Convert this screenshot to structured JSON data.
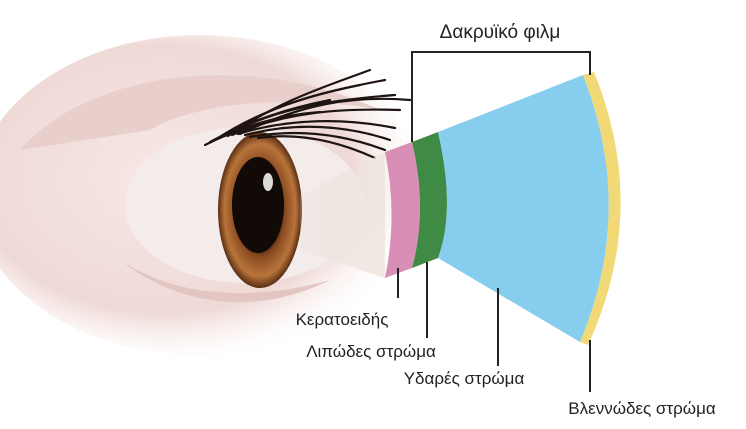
{
  "labels": {
    "tear_film": "Δακρυϊκό φιλμ",
    "cornea": "Κερατοειδής",
    "lipid_layer": "Λιπώδες στρώμα",
    "aqueous_layer": "Υδαρές στρώμα",
    "mucous_layer": "Βλεννώδες στρώμα"
  },
  "colors": {
    "cornea": "#d98fb5",
    "lipid_layer": "#3f8a45",
    "aqueous_layer": "#87ceee",
    "mucous_layer": "#f1d978",
    "skin": "#f3e1de",
    "iris": "#8a4a22",
    "pupil": "#120a06",
    "lashes": "#1e1512"
  }
}
